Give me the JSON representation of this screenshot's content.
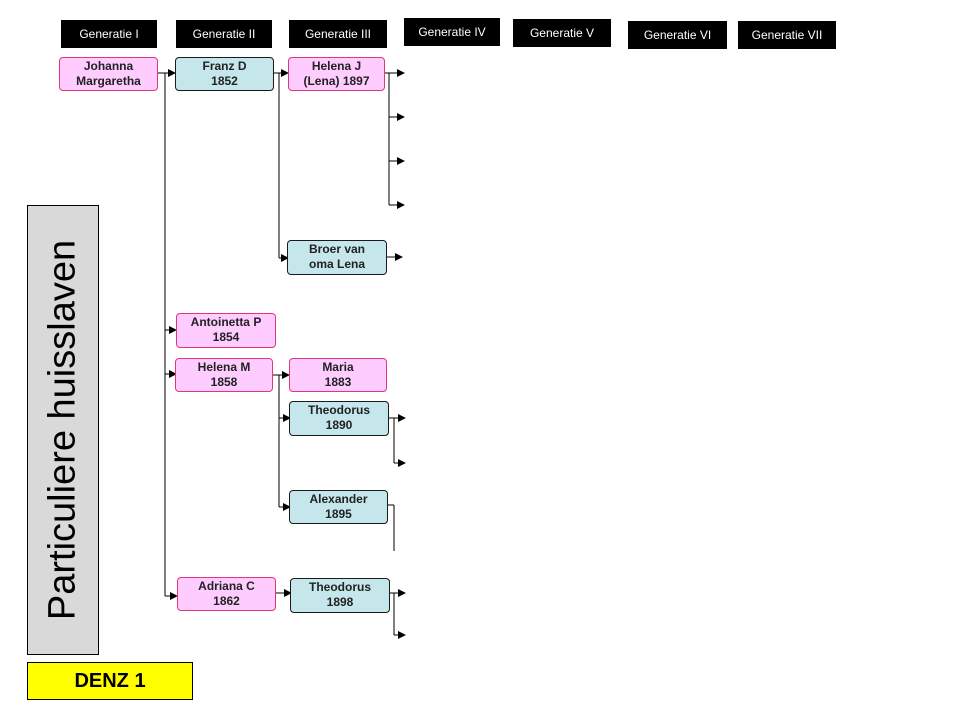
{
  "generations": [
    "Generatie  I",
    "Generatie  II",
    "Generatie  III",
    "Generatie  IV",
    "Generatie  V",
    "Generatie  VI",
    "Generatie  VII"
  ],
  "people": {
    "johanna": "Johanna\nMargaretha",
    "franz": "Franz D\n1852",
    "helena_j": "Helena J\n(Lena) 1897",
    "broer": "Broer van\noma Lena",
    "antoinetta": "Antoinetta P\n1854",
    "helena_m": "Helena M\n1858",
    "maria": "Maria\n1883",
    "theodorus_1890": "Theodorus\n1890",
    "alexander": "Alexander\n1895",
    "adriana": "Adriana C\n1862",
    "theodorus_1898": "Theodorus\n1898"
  },
  "side_title": "Particuliere huisslaven",
  "footer_label": "DENZ 1",
  "colors": {
    "female": "#ffccff",
    "male": "#c5e6ea",
    "female_border": "#e0377a",
    "header_bg": "#000000",
    "banner_bg": "#d9d9d9",
    "footer_bg": "#ffff00"
  }
}
